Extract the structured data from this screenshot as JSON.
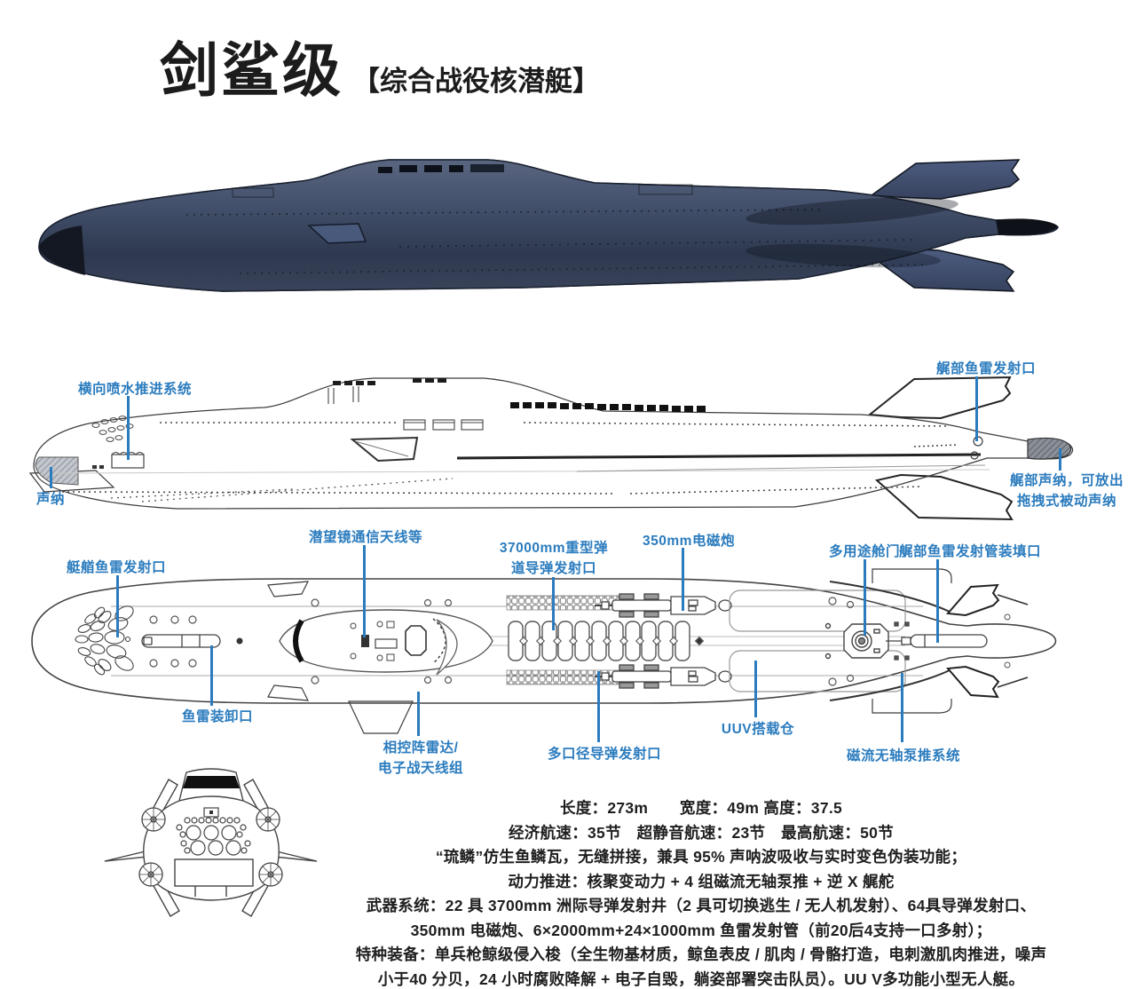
{
  "meta": {
    "accent_blue": "#2b7cbe",
    "hull_navy": "#3e4a63",
    "drawing_line": "#3c3c3c",
    "background": "#ffffff"
  },
  "title": {
    "main": "剑鲨级",
    "subtitle": "【综合战役核潜艇】"
  },
  "side_labels": {
    "thruster": "横向喷水推进系统",
    "sonar": "声纳",
    "stern_torpedo": "艉部鱼雷发射口",
    "stern_sonar_line1": "艉部声纳，可放出",
    "stern_sonar_line2": "拖拽式被动声纳"
  },
  "top_labels": {
    "bow_torpedo": "艇艏鱼雷发射口",
    "periscope": "潜望镜通信天线等",
    "icbm_line1": "37000mm重型弹",
    "icbm_line2": "道导弹发射口",
    "railgun": "350mm电磁炮",
    "multi_hatch": "多用途舱门",
    "stern_tube_loading": "艉部鱼雷发射管装填口",
    "torpedo_loading": "鱼雷装卸口",
    "radar_line1": "相控阵雷达/",
    "radar_line2": "电子战天线组",
    "multi_caliber": "多口径导弹发射口",
    "uuv_bay": "UUV搭载仓",
    "pump_jet": "磁流无轴泵推系统"
  },
  "specs": {
    "lines": [
      "长度：273m　　宽度：49m 高度：37.5",
      "经济航速：35节　超静音航速：23节　最高航速：50节",
      "“琉鳞”仿生鱼鳞瓦，无缝拼接，兼具 95% 声呐波吸收与实时变色伪装功能；",
      "动力推进：核聚变动力 + 4 组磁流无轴泵推 + 逆 X 艉舵",
      "武器系统：22 具 3700mm 洲际导弹发射井（2 具可切换逃生 / 无人机发射）、64具导弹发射口、",
      "350mm 电磁炮、6×2000mm+24×1000mm 鱼雷发射管（前20后4支持一口多射）；",
      "特种装备：单兵枪鲸级侵入梭（全生物基材质，鲸鱼表皮 / 肌肉 / 骨骼打造，电刺激肌肉推进，噪声",
      "小于40 分贝，24 小时腐败降解 + 电子自毁，躺姿部署突击队员）。UU V多功能小型无人艇。"
    ]
  }
}
